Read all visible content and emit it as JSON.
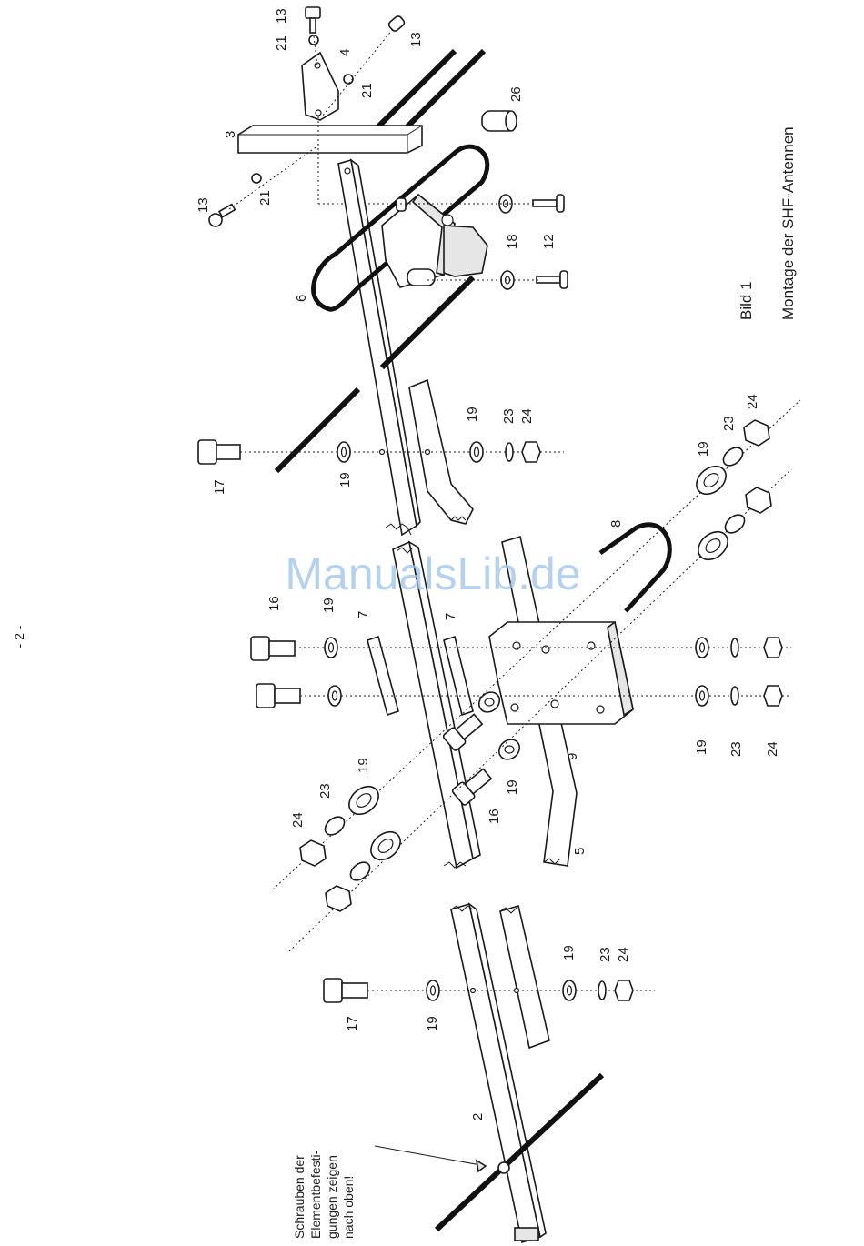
{
  "page_number": "- 2 -",
  "watermark": "ManualsLib.de",
  "figure": {
    "label": "Bild 1",
    "title": "Montage der SHF-Antennen"
  },
  "note": {
    "lines": [
      "Schrauben der",
      "Elementbefesti-",
      "gungen zeigen",
      "nach oben!"
    ]
  },
  "part_numbers": {
    "p21a": "21",
    "p13a": "13",
    "p4": "4",
    "p21b": "21",
    "p13b": "13",
    "p26": "26",
    "p3": "3",
    "p13c": "13",
    "p21c": "21",
    "p18": "18",
    "p12": "12",
    "p6": "6",
    "p17a": "17",
    "p19a": "19",
    "p19b": "19",
    "p23a": "23",
    "p24a": "24",
    "p19c": "19",
    "p23b": "23",
    "p24b": "24",
    "p8": "8",
    "p16a": "16",
    "p19d": "19",
    "p7a": "7",
    "p7b": "7",
    "p19e": "19",
    "p23c": "23",
    "p24c": "24",
    "p19f": "19",
    "p16b": "16",
    "p9": "9",
    "p5": "5",
    "p19g": "19",
    "p23d": "23",
    "p24d": "24",
    "p17b": "17",
    "p19h": "19",
    "p19i": "19",
    "p23e": "23",
    "p24e": "24",
    "p2": "2"
  }
}
